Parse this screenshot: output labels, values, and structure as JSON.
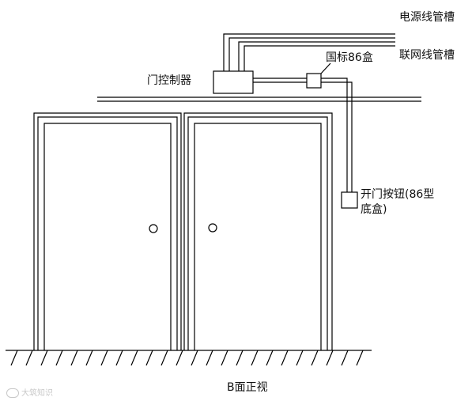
{
  "labels": {
    "power_conduit": "电源线管槽",
    "network_conduit": "联网线管槽",
    "junction_box": "国标86盒",
    "door_controller": "门控制器",
    "exit_button_line1": "开门按钮(86型",
    "exit_button_line2": "底盒)",
    "view_caption": "B面正视"
  },
  "watermark": "大筑知识",
  "colors": {
    "line": "#000000",
    "background": "#ffffff"
  }
}
